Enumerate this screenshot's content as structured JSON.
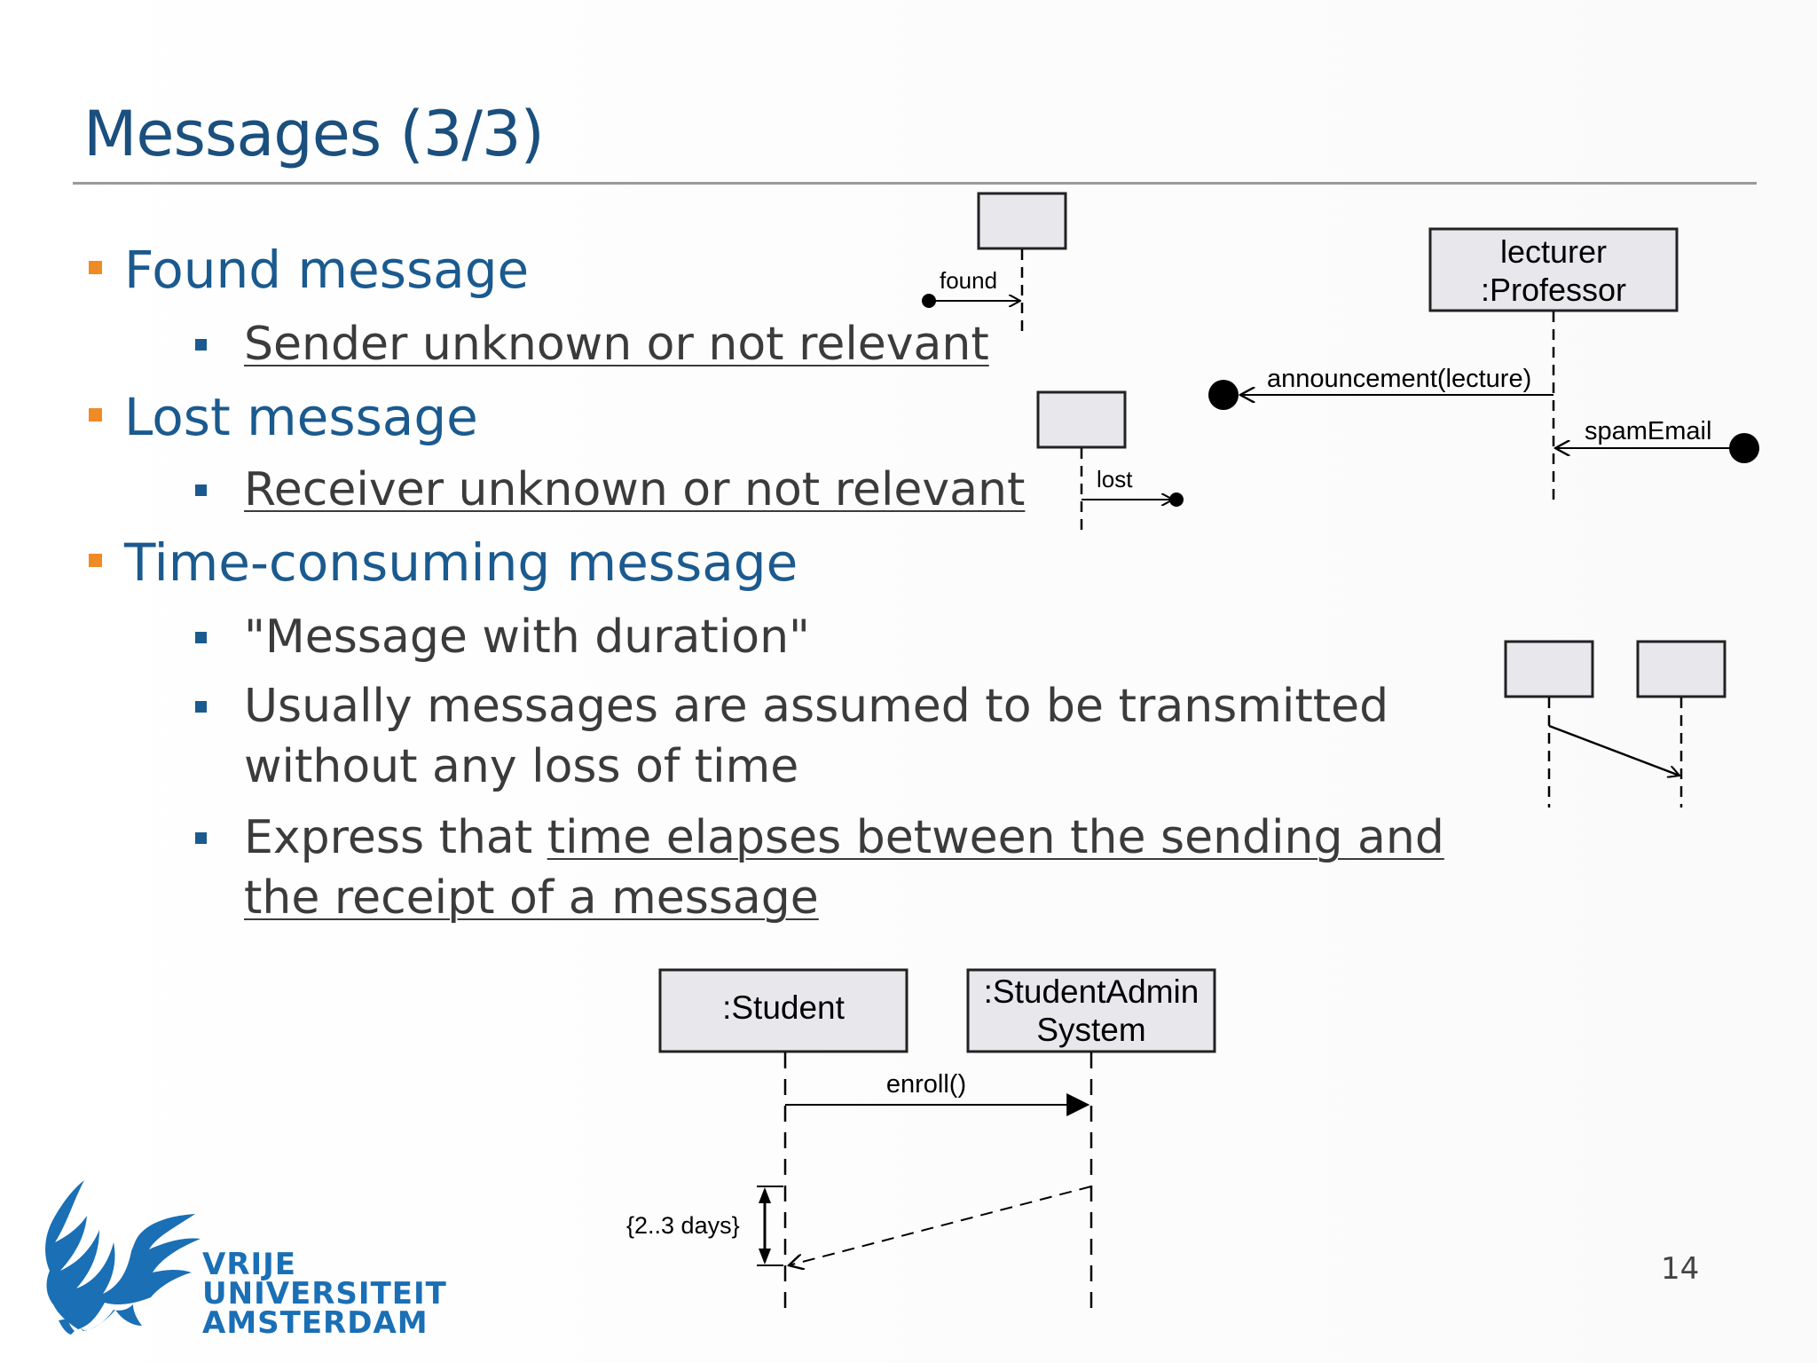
{
  "slide": {
    "title": "Messages (3/3)",
    "page_number": "14"
  },
  "bullets": {
    "found": {
      "heading": "Found message",
      "sub1": "Sender unknown or not relevant"
    },
    "lost": {
      "heading": "Lost message",
      "sub1": "Receiver unknown or not relevant"
    },
    "time": {
      "heading": "Time-consuming message",
      "sub1": "\"Message with duration\"",
      "sub2_line1": "Usually messages are assumed to be transmitted",
      "sub2_line2": "without any loss of time",
      "sub3_prefix": "Express that ",
      "sub3_line1_underlined": "time elapses between the sending and",
      "sub3_line2_underlined": "the receipt of a message"
    }
  },
  "diagrams": {
    "found_label": "found",
    "lost_label": "lost",
    "professor_line1": "lecturer",
    "professor_line2": ":Professor",
    "announcement_label": "announcement(lecture)",
    "spam_label": "spamEmail",
    "student_label": ":Student",
    "admin_line1": ":StudentAdmin",
    "admin_line2": "System",
    "enroll_label": "enroll()",
    "duration_label": "{2..3 days}"
  },
  "logo": {
    "line1": "VRIJE",
    "line2": "UNIVERSITEIT",
    "line3": "AMSTERDAM",
    "color": "#1a6fb5"
  },
  "colors": {
    "title": "#1a4f7e",
    "bullet_orange": "#f08a24",
    "bullet_blue": "#1a5a8f",
    "lifeline_box": "#e8e8ec"
  }
}
